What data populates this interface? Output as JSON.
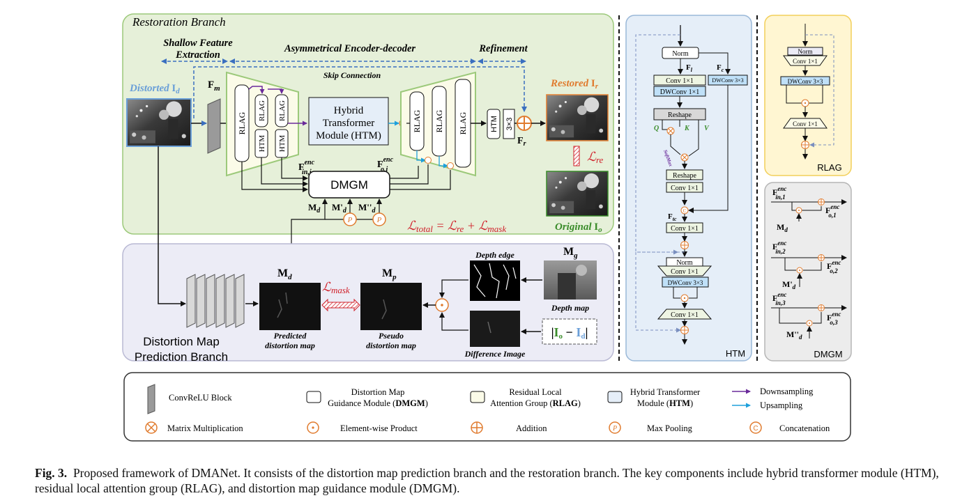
{
  "restoration": {
    "title": "Restoration Branch",
    "shallow_1": "Shallow Feature",
    "shallow_2": "Extraction",
    "encoder": "Asymmetrical Encoder-decoder",
    "refinement": "Refinement",
    "skip": "Skip Connection",
    "distorted": "Distorted",
    "distorted_sym": "I",
    "distorted_sub": "d",
    "restored": "Restored",
    "restored_sym": "I",
    "restored_sub": "r",
    "original": "Original",
    "original_sym": "I",
    "original_sub": "o",
    "fm": "F",
    "fm_sub": "m",
    "fr": "F",
    "fr_sub": "r",
    "fin": "F",
    "fin_sup": "enc",
    "fin_sub": "in,i",
    "fo": "F",
    "fo_sup": "enc",
    "fo_sub": "o,i",
    "rlag": "RLAG",
    "htm": "HTM",
    "conv33": "3×3",
    "htm_box_1": "Hybrid",
    "htm_box_2": "Transformer",
    "htm_box_3": "Module (HTM)",
    "dmgm": "DMGM",
    "md": "M",
    "md_sub": "d",
    "mdp": "M'",
    "mdp_sub": "d",
    "mdpp": "M''",
    "mdpp_sub": "d",
    "lre": "ℒ",
    "lre_sub": "re",
    "ltotal": "ℒ",
    "ltotal_sub": "total",
    "ltotal_eq": " = ℒ",
    "ltotal_re": "re",
    "ltotal_plus": " + ℒ",
    "ltotal_mask": "mask",
    "p": "P"
  },
  "prediction": {
    "title_1": "Distortion Map",
    "title_2": "Prediction Branch",
    "md": "M",
    "md_sub": "d",
    "mp": "M",
    "mp_sub": "p",
    "mg": "M",
    "mg_sub": "g",
    "lmask": "ℒ",
    "lmask_sub": "mask",
    "pred_1": "Predicted",
    "pred_2": "distortion map",
    "pseudo_1": "Pseudo",
    "pseudo_2": "distortion map",
    "depth_edge": "Depth edge",
    "depth_map": "Depth map",
    "diff": "Difference Image",
    "abs_io": "I",
    "abs_io_sub": "o",
    "abs_minus": " − ",
    "abs_id": "I",
    "abs_id_sub": "d"
  },
  "htm_panel": {
    "label": "HTM",
    "norm": "Norm",
    "fl": "F",
    "fl_sub": "l",
    "fc": "F",
    "fc_sub": "c",
    "conv11": "Conv 1×1",
    "dwconv11": "DWConv 1×1",
    "dwconv33": "DWConv 3×3",
    "reshape": "Reshape",
    "q": "Q",
    "k": "K",
    "v": "V",
    "softmax": "SoftMax",
    "ftc": "F",
    "ftc_sub": "tc"
  },
  "rlag_panel": {
    "label": "RLAG",
    "norm": "Norm",
    "conv11": "Conv 1×1",
    "dwconv33": "DWConv 3×3"
  },
  "dmgm_panel": {
    "label": "DMGM",
    "fin1": "F",
    "fin1_sup": "enc",
    "fin1_sub": "in,1",
    "fo1": "F",
    "fo1_sup": "enc",
    "fo1_sub": "o,1",
    "fin2": "F",
    "fin2_sup": "enc",
    "fin2_sub": "in,2",
    "fo2": "F",
    "fo2_sup": "enc",
    "fo2_sub": "o,2",
    "fin3": "F",
    "fin3_sup": "enc",
    "fin3_sub": "in,3",
    "fo3": "F",
    "fo3_sup": "enc",
    "fo3_sub": "o,3",
    "m1": "M",
    "m1_sub": "d",
    "m2": "M'",
    "m2_sub": "d",
    "m3": "M''",
    "m3_sub": "d"
  },
  "legend": {
    "convrelu": "ConvReLU Block",
    "dmgm_1": "Distortion Map",
    "dmgm_2": "Guidance Module (",
    "dmgm_b": "DMGM",
    "dmgm_3": ")",
    "rlag_1": "Residual Local",
    "rlag_2": "Attention Group (",
    "rlag_b": "RLAG",
    "rlag_3": ")",
    "htm_1": "Hybrid Transformer",
    "htm_2": "Module (",
    "htm_b": "HTM",
    "htm_3": ")",
    "down": "Downsampling",
    "up": "Upsampling",
    "matmul": "Matrix Multiplication",
    "elem": "Element-wise Product",
    "add": "Addition",
    "maxpool": "Max Pooling",
    "concat": "Concatenation",
    "p": "P",
    "c": "C"
  },
  "caption": {
    "label": "Fig. 3.",
    "text": "Proposed framework of DMANet. It consists of the distortion map prediction branch and the restoration branch. The key components include hybrid transformer module (HTM), residual local attention group (RLAG), and distortion map guidance module (DMGM)."
  },
  "colors": {
    "green_panel": "#e6f0d9",
    "green_border": "#9cc97a",
    "purple_panel": "#ececf6",
    "blue_panel": "#e5eef8",
    "yellow_panel": "#fff6d2",
    "gray_panel": "#ececec",
    "orange": "#e07b2e",
    "red": "#d0202a",
    "blue_text": "#6a9fd8",
    "green_text": "#3a8c2a",
    "arrow_blue": "#3a6fc0"
  }
}
